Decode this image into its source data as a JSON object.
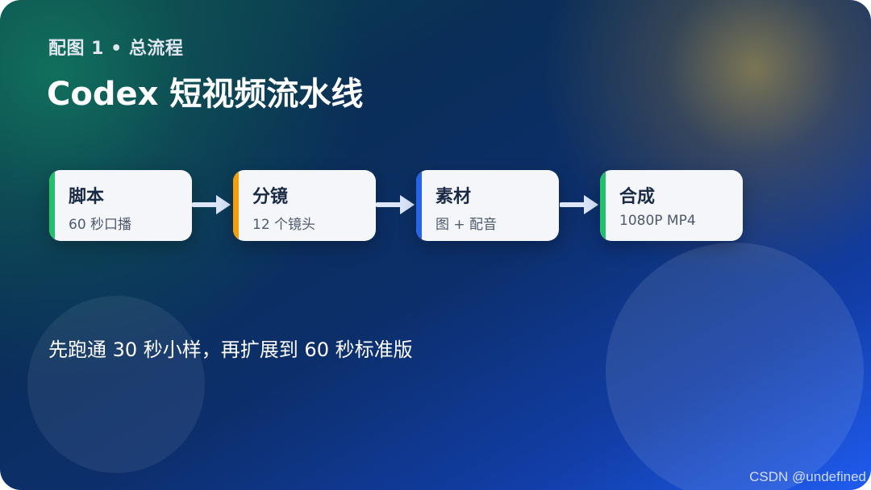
{
  "header": {
    "subtitle": "配图 1 • 总流程",
    "title": "Codex 短视频流水线"
  },
  "steps": [
    {
      "title": "脚本",
      "sub": "60 秒口播",
      "color": "#22c06a"
    },
    {
      "title": "分镜",
      "sub": "12 个镜头",
      "color": "#f59e0b"
    },
    {
      "title": "素材",
      "sub": "图 + 配音",
      "color": "#2563eb"
    },
    {
      "title": "合成",
      "sub": "1080P MP4",
      "color": "#22c06a"
    }
  ],
  "arrow_color": "#dbe6fb",
  "caption": "先跑通 30 秒小样，再扩展到 60 秒标准版",
  "watermark": "CSDN @undefined"
}
